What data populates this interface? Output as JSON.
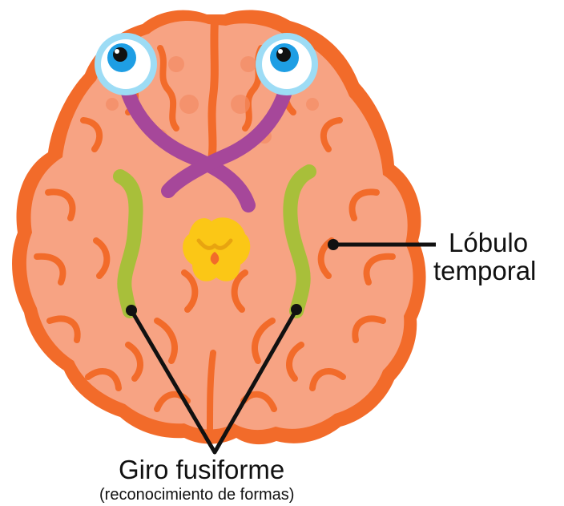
{
  "labels": {
    "temporal_line1": "Lóbulo",
    "temporal_line2": "temporal",
    "fusiform_title": "Giro fusiforme",
    "fusiform_subtitle": "(reconocimiento de formas)"
  },
  "colors": {
    "brain_fill": "#f7a383",
    "brain_outline": "#f26b2a",
    "fold_line": "#f26b2a",
    "optic_pathway": "#a6479a",
    "fusiform_gyrus": "#a8bf3a",
    "midbrain": "#fbc716",
    "eye_outer": "#9ddcf5",
    "iris": "#1e9ee4",
    "pupil": "#111111",
    "pointer_line": "#111111",
    "label_text": "#111111"
  }
}
